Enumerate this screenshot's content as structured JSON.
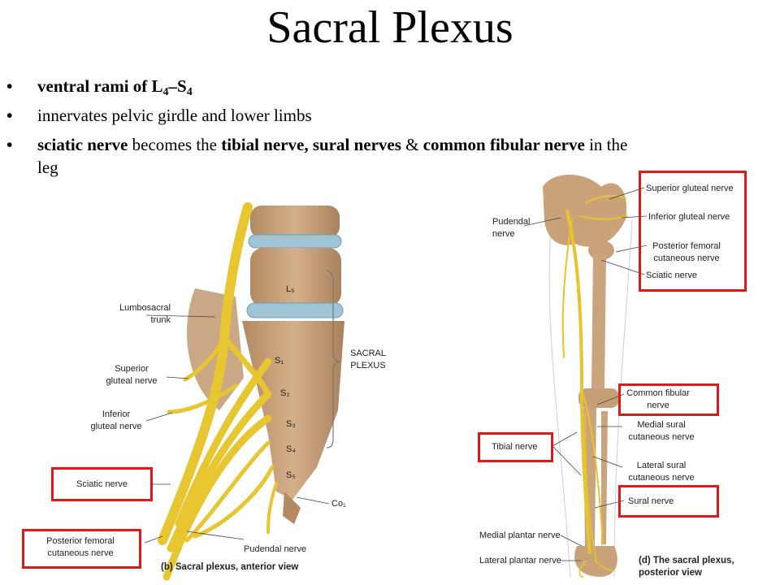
{
  "title": "Sacral Plexus",
  "bullets": [
    {
      "pre": "ventral rami of L",
      "sub1": "4",
      "mid": "–S",
      "sub2": "4"
    },
    {
      "text": "innervates pelvic girdle and lower limbs"
    },
    {
      "b1": "sciatic nerve",
      "t1": " becomes the ",
      "b2": "tibial nerve, sural nerves",
      "t2": " & ",
      "b3": "common fibular nerve",
      "t3": " in the leg"
    }
  ],
  "figure_b": {
    "labels": {
      "lumbosacral_trunk": "Lumbosacral\ntrunk",
      "superior_gluteal": "Superior\ngluteal nerve",
      "inferior_gluteal": "Inferior\ngluteal nerve",
      "sciatic": "Sciatic nerve",
      "posterior_femoral": "Posterior femoral\ncutaneous nerve",
      "pudendal": "Pudendal nerve",
      "sacral_plexus": "SACRAL\nPLEXUS",
      "co1": "Co₁",
      "caption": "(b) Sacral plexus, anterior view"
    },
    "segments": [
      "L₅",
      "S₁",
      "S₂",
      "S₃",
      "S₄",
      "S₅"
    ]
  },
  "figure_d": {
    "labels": {
      "pudendal": "Pudendal\nnerve",
      "superior_gluteal": "Superior gluteal nerve",
      "inferior_gluteal": "Inferior gluteal nerve",
      "posterior_femoral": "Posterior femoral\ncutaneous nerve",
      "sciatic": "Sciatic nerve",
      "common_fibular": "Common fibular\nnerve",
      "medial_sural": "Medial sural\ncutaneous nerve",
      "lateral_sural": "Lateral sural\ncutaneous nerve",
      "tibial": "Tibial nerve",
      "sural": "Sural nerve",
      "medial_plantar": "Medial plantar nerve",
      "lateral_plantar": "Lateral plantar nerve",
      "caption": "(d) The sacral plexus,\nposterior view"
    }
  },
  "colors": {
    "nerve": "#f2d43a",
    "bone": "#c9a27a",
    "disc": "#9ec4d6",
    "highlight": "#e01818"
  }
}
